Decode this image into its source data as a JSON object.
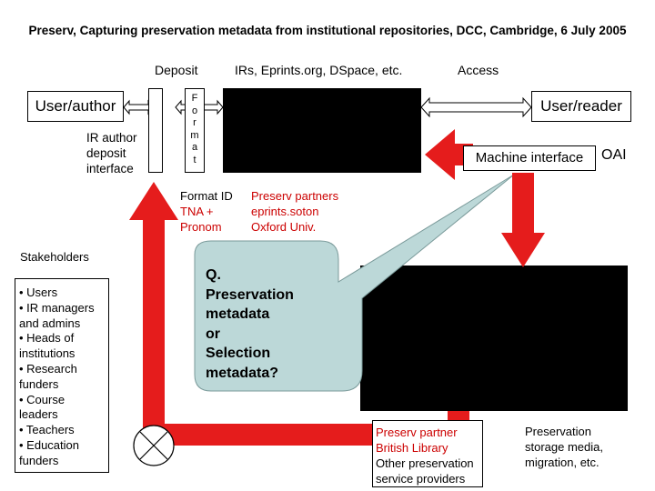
{
  "title": "Preserv, Capturing preservation metadata from institutional repositories, DCC, Cambridge, 6 July 2005",
  "labels": {
    "deposit": "Deposit",
    "irs": "IRs, Eprints.org, DSpace, etc.",
    "access": "Access",
    "user_author": "User/author",
    "user_reader": "User/reader",
    "ir_author_deposit_interface": [
      "IR author",
      "deposit",
      "interface"
    ],
    "format_letters": [
      "F",
      "o",
      "r",
      "m",
      "a",
      "t"
    ],
    "machine_interface": "Machine interface",
    "oai": "OAI",
    "format_id": "Format ID",
    "tna_pronom": [
      "TNA +",
      "Pronom"
    ],
    "preserv_partners": [
      "Preserv partners",
      "eprints.soton",
      "Oxford Univ."
    ],
    "stakeholders_heading": "Stakeholders",
    "stakeholders": [
      "• Users",
      "• IR managers",
      "and admins",
      "• Heads of",
      "institutions",
      "• Research",
      "funders",
      "• Course",
      "leaders",
      "• Teachers",
      "• Education",
      "funders"
    ],
    "callout": [
      "Q.",
      "Preservation",
      "metadata",
      "or",
      "Selection",
      "metadata?"
    ],
    "preserv_partner_bl": [
      "Preserv partner",
      "British Library"
    ],
    "other_providers": [
      "Other preservation",
      "service providers"
    ],
    "storage": [
      "Preservation",
      "storage media,",
      "migration, etc."
    ]
  },
  "colors": {
    "arrow_red": "#e51c1c",
    "callout_fill": "#bcd8d8",
    "black_box": "#000000",
    "partner_text": "#cc0000"
  }
}
